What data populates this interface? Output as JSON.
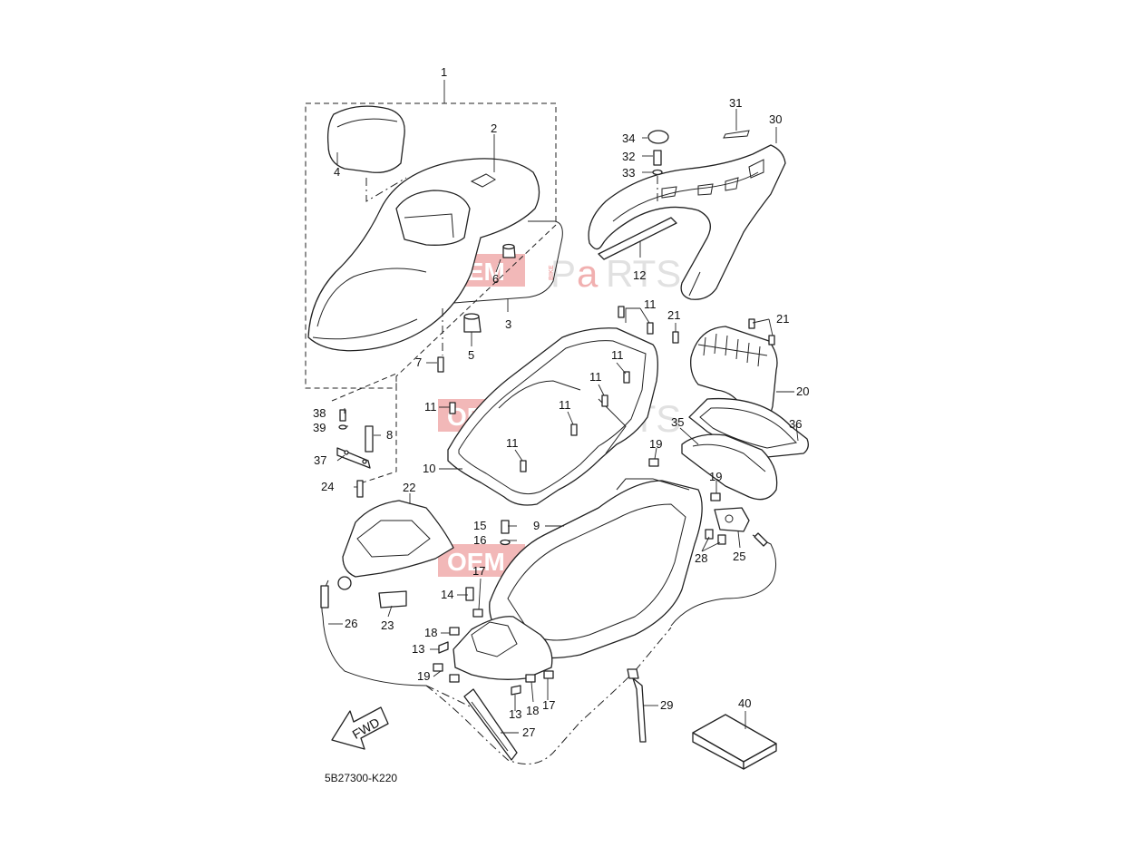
{
  "diagram": {
    "code": "5B27300-K220",
    "fwd_label": "FWD",
    "watermark": {
      "left": "OEM",
      "middle": "BIKE",
      "right_a": "P",
      "right_b": "a",
      "right_c": "RTS"
    },
    "callouts": [
      "1",
      "2",
      "3",
      "4",
      "5",
      "6",
      "7",
      "8",
      "9",
      "10",
      "11",
      "11",
      "11",
      "11",
      "11",
      "11",
      "11",
      "12",
      "13",
      "13",
      "14",
      "15",
      "16",
      "17",
      "17",
      "18",
      "18",
      "19",
      "19",
      "19",
      "20",
      "21",
      "21",
      "22",
      "23",
      "24",
      "25",
      "26",
      "27",
      "28",
      "29",
      "30",
      "31",
      "32",
      "33",
      "34",
      "35",
      "36",
      "37",
      "38",
      "39",
      "40"
    ]
  }
}
